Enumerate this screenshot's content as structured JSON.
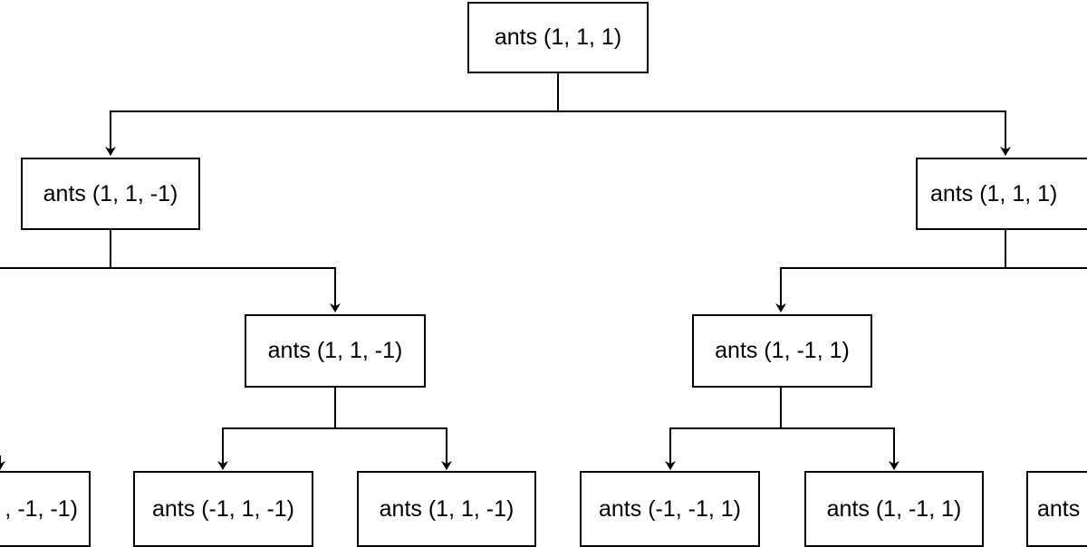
{
  "diagram": {
    "type": "tree",
    "colors": {
      "line": "#000000",
      "box_border": "#000000",
      "box_fill": "#ffffff",
      "text": "#000000"
    },
    "nodes": {
      "root": "ants (1, 1, 1)",
      "l1_left": "ants (1, 1, -1)",
      "l1_right": "ants (1, 1, 1)",
      "l2_left_right": "ants (1, 1, -1)",
      "l2_right_left": "ants (1, -1, 1)",
      "l3_far_left": ", -1, -1)",
      "l3_a": "ants (-1, 1, -1)",
      "l3_b": "ants (1, 1, -1)",
      "l3_c": "ants (-1, -1, 1)",
      "l3_d": "ants (1, -1, 1)",
      "l3_far_right": "ants"
    }
  }
}
